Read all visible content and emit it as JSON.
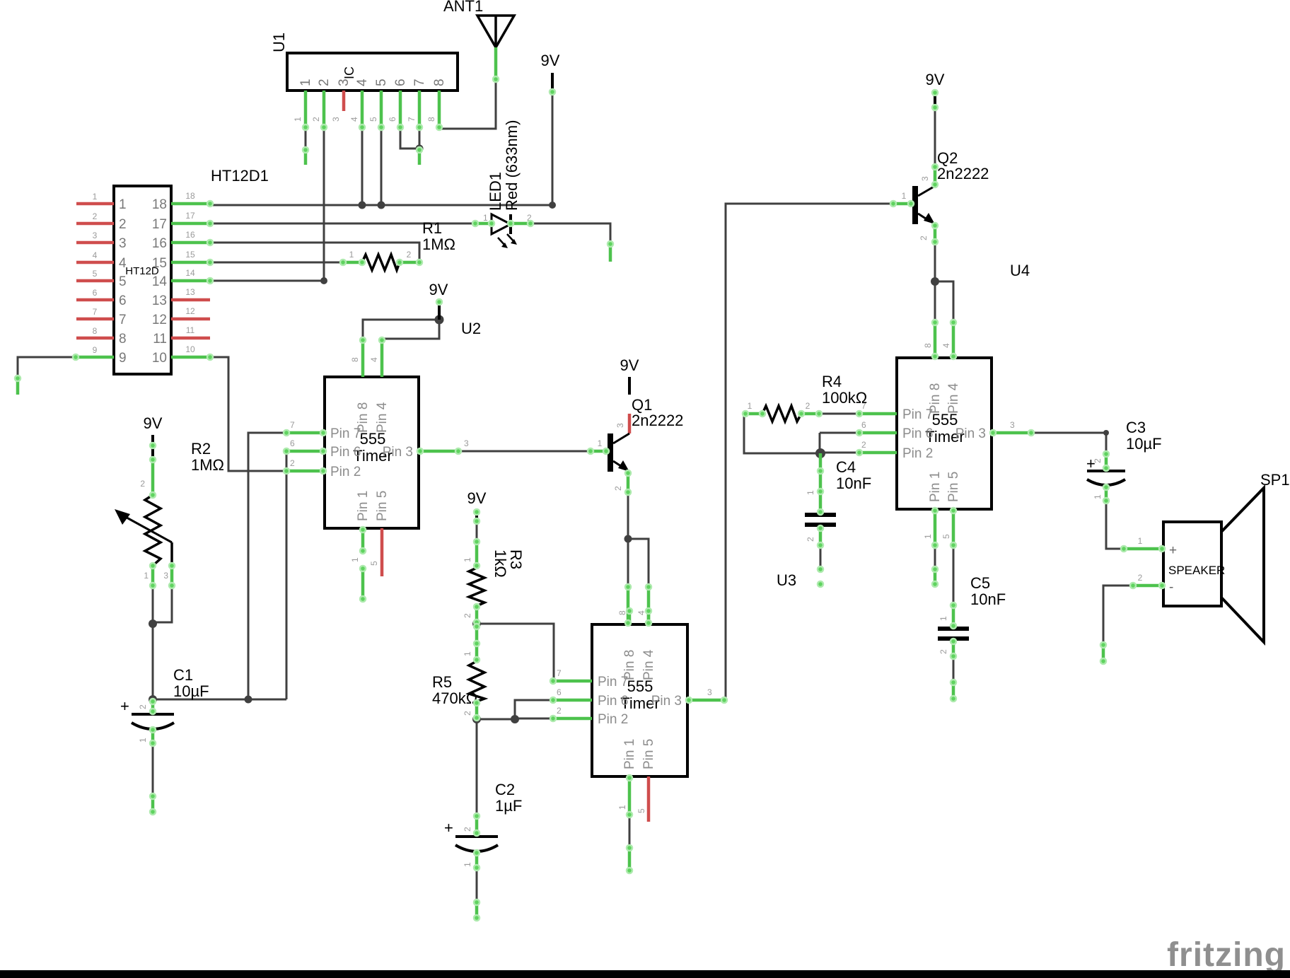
{
  "watermark": "fritzing",
  "power_label": "9V",
  "colors": {
    "wire": "#404040",
    "pin_connected": "#4dc24d",
    "pin_unconnected": "#cf4d4d",
    "pin_text": "#8c8c8c",
    "watermark": "#8f8f8f"
  },
  "components": {
    "ant1": {
      "label": "ANT1"
    },
    "u1": {
      "label": "U1",
      "inner": "IC",
      "pins": [
        "1",
        "2",
        "3",
        "4",
        "5",
        "6",
        "7",
        "8"
      ]
    },
    "ht12d": {
      "label": "HT12D1",
      "inner": "HT12D",
      "left_pins": [
        "1",
        "2",
        "3",
        "4",
        "5",
        "6",
        "7",
        "8",
        "9"
      ],
      "right_pins": [
        "18",
        "17",
        "16",
        "15",
        "14",
        "13",
        "12",
        "11",
        "10"
      ]
    },
    "led1": {
      "label": "LED1",
      "sublabel": "Red (633nm)",
      "pins": [
        "1",
        "2"
      ]
    },
    "r1": {
      "label": "R1",
      "value": "1MΩ",
      "pins": [
        "1",
        "2"
      ]
    },
    "r2": {
      "label": "R2",
      "value": "1MΩ",
      "pins": [
        "1",
        "2",
        "3"
      ]
    },
    "r3": {
      "label": "R3",
      "value": "1kΩ",
      "pins": [
        "1",
        "2"
      ]
    },
    "r4": {
      "label": "R4",
      "value": "100kΩ",
      "pins": [
        "1",
        "2"
      ]
    },
    "r5": {
      "label": "R5",
      "value": "470kΩ",
      "pins": [
        "1",
        "2"
      ]
    },
    "c1": {
      "label": "C1",
      "value": "10µF",
      "plus": "+",
      "pins": [
        "1",
        "2"
      ]
    },
    "c2": {
      "label": "C2",
      "value": "1µF",
      "plus": "+",
      "pins": [
        "1",
        "2"
      ]
    },
    "c3": {
      "label": "C3",
      "value": "10µF",
      "plus": "+",
      "pins": [
        "1",
        "2"
      ]
    },
    "c4": {
      "label": "C4",
      "value": "10nF",
      "pins": [
        "1",
        "2"
      ]
    },
    "c5": {
      "label": "C5",
      "value": "10nF",
      "pins": [
        "1",
        "2"
      ]
    },
    "q1": {
      "label": "Q1",
      "value": "2n2222",
      "pins": [
        "1",
        "2",
        "3"
      ]
    },
    "q2": {
      "label": "Q2",
      "value": "2n2222",
      "pins": [
        "1",
        "2",
        "3"
      ]
    },
    "u2": {
      "label": "U2",
      "title1": "555",
      "title2": "Timer",
      "names": [
        "Pin 8",
        "Pin 4",
        "Pin 7",
        "Pin 6",
        "Pin 2",
        "Pin 3",
        "Pin 1",
        "Pin 5"
      ],
      "nums": [
        "8",
        "4",
        "7",
        "6",
        "2",
        "3",
        "1",
        "5"
      ]
    },
    "u3": {
      "label": "U3",
      "title1": "555",
      "title2": "Timer",
      "names": [
        "Pin 8",
        "Pin 4",
        "Pin 7",
        "Pin 6",
        "Pin 2",
        "Pin 3",
        "Pin 1",
        "Pin 5"
      ],
      "nums": [
        "8",
        "4",
        "7",
        "6",
        "2",
        "3",
        "1",
        "5"
      ]
    },
    "u4": {
      "label": "U4",
      "title1": "555",
      "title2": "Timer",
      "names": [
        "Pin 8",
        "Pin 4",
        "Pin 7",
        "Pin 6",
        "Pin 2",
        "Pin 3",
        "Pin 1",
        "Pin 5"
      ],
      "nums": [
        "8",
        "4",
        "7",
        "6",
        "2",
        "3",
        "1",
        "5"
      ]
    },
    "sp1": {
      "label": "SP1",
      "inner": "SPEAKER",
      "plus": "+",
      "minus": "-",
      "pins": [
        "1",
        "2"
      ]
    }
  }
}
